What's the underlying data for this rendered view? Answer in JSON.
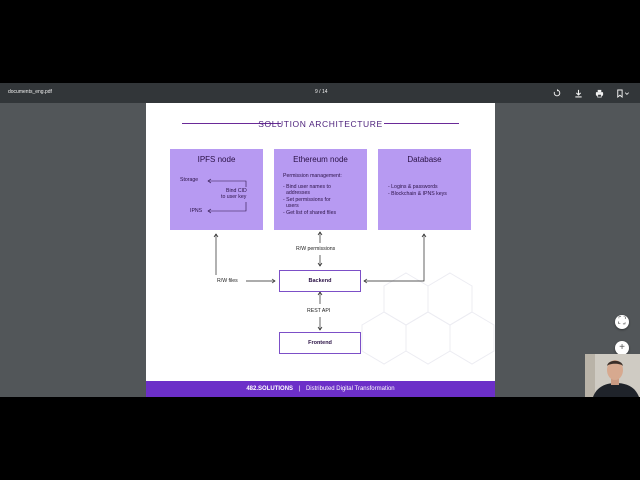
{
  "toolbar": {
    "filename": "documents_eng.pdf",
    "page_counter": "9 / 14",
    "icons": [
      "rotate-icon",
      "download-icon",
      "print-icon",
      "bookmark-icon"
    ]
  },
  "slide": {
    "title": "SOLUTION ARCHITECTURE",
    "ipfs": {
      "title": "IPFS node",
      "storage": "Storage",
      "bind_line1": "Bind CID",
      "bind_line2": "to user key",
      "ipns": "IPNS"
    },
    "ethereum": {
      "title": "Ethereum node",
      "heading": "Permission management:",
      "item1_line1": "- Bind user names to",
      "item1_line2": "addresses",
      "item2_line1": "- Set permissions for",
      "item2_line2": "users",
      "item3": "- Get list of shared files"
    },
    "database": {
      "title": "Database",
      "item1": "- Logins & passwords",
      "item2": "- Blockchain & IPNS keys"
    },
    "labels": {
      "rw_permissions": "R/W permissions",
      "rw_files": "R/W files",
      "rest_api": "REST API"
    },
    "backend": "Backend",
    "frontend": "Frontend",
    "footer_brand": "482.SOLUTIONS",
    "footer_sep": "|",
    "footer_tagline": "Distributed Digital Transformation"
  },
  "fabs": {
    "fit": "⛶",
    "zoom_in": "+"
  },
  "colors": {
    "accent": "#6c2fc8",
    "box": "#b79af2",
    "toolbar": "#323639",
    "viewer_bg": "#525659"
  }
}
